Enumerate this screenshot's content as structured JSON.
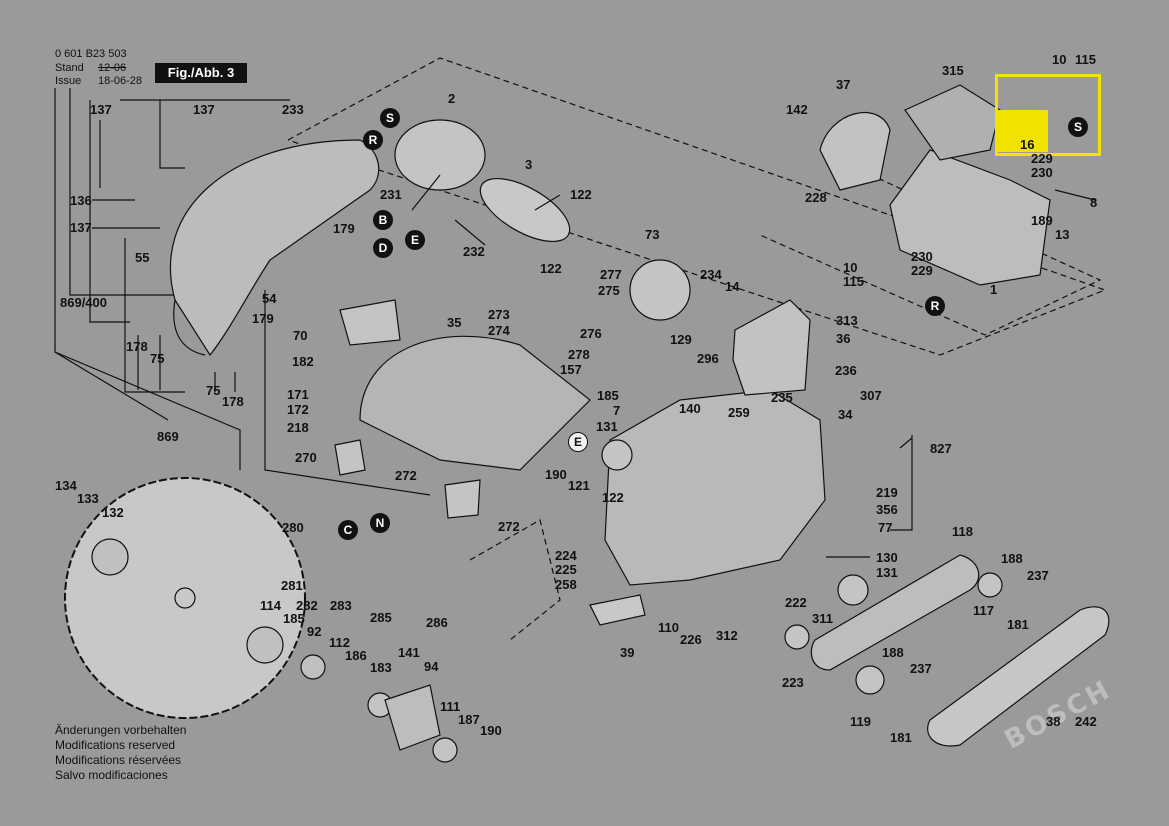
{
  "header": {
    "doc_number": "0 601 B23 503",
    "stand_label": "Stand",
    "stand_date": "12-06",
    "issue_label": "Issue",
    "issue_date": "18-06-28",
    "figure_label": "Fig./Abb. 3"
  },
  "notes": [
    "Änderungen vorbehalten",
    "Modifications reserved",
    "Modifications réservées",
    "Salvo modificaciones"
  ],
  "brand_text": "BOSCH",
  "highlight_color": "#f2e200",
  "part_labels": [
    "137",
    "137",
    "233",
    "136",
    "137",
    "55",
    "179",
    "54",
    "179",
    "70",
    "869/400",
    "178",
    "75",
    "75",
    "178",
    "869",
    "2",
    "231",
    "3",
    "122",
    "122",
    "232",
    "73",
    "277",
    "275",
    "234",
    "14",
    "273",
    "274",
    "276",
    "278",
    "157",
    "35",
    "182",
    "171",
    "172",
    "218",
    "270",
    "272",
    "272",
    "129",
    "296",
    "185",
    "7",
    "140",
    "259",
    "131",
    "190",
    "121",
    "122",
    "34",
    "313",
    "36",
    "236",
    "235",
    "307",
    "827",
    "219",
    "356",
    "77",
    "130",
    "131",
    "222",
    "311",
    "226",
    "110",
    "312",
    "39",
    "224",
    "225",
    "258",
    "134",
    "133",
    "132",
    "280",
    "281",
    "282",
    "283",
    "285",
    "286",
    "114",
    "185",
    "92",
    "112",
    "186",
    "141",
    "94",
    "183",
    "111",
    "187",
    "190",
    "118",
    "188",
    "237",
    "117",
    "181",
    "223",
    "188",
    "237",
    "119",
    "181",
    "38",
    "242",
    "142",
    "37",
    "315",
    "10",
    "115",
    "16",
    "229",
    "230",
    "228",
    "8",
    "189",
    "13",
    "230",
    "229",
    "10",
    "115",
    "1"
  ],
  "callouts": [
    {
      "letter": "S",
      "style": "filled"
    },
    {
      "letter": "R",
      "style": "filled"
    },
    {
      "letter": "B",
      "style": "filled"
    },
    {
      "letter": "D",
      "style": "filled"
    },
    {
      "letter": "E",
      "style": "filled"
    },
    {
      "letter": "E",
      "style": "outline"
    },
    {
      "letter": "C",
      "style": "filled"
    },
    {
      "letter": "N",
      "style": "filled"
    },
    {
      "letter": "S",
      "style": "filled"
    },
    {
      "letter": "R",
      "style": "filled"
    }
  ]
}
